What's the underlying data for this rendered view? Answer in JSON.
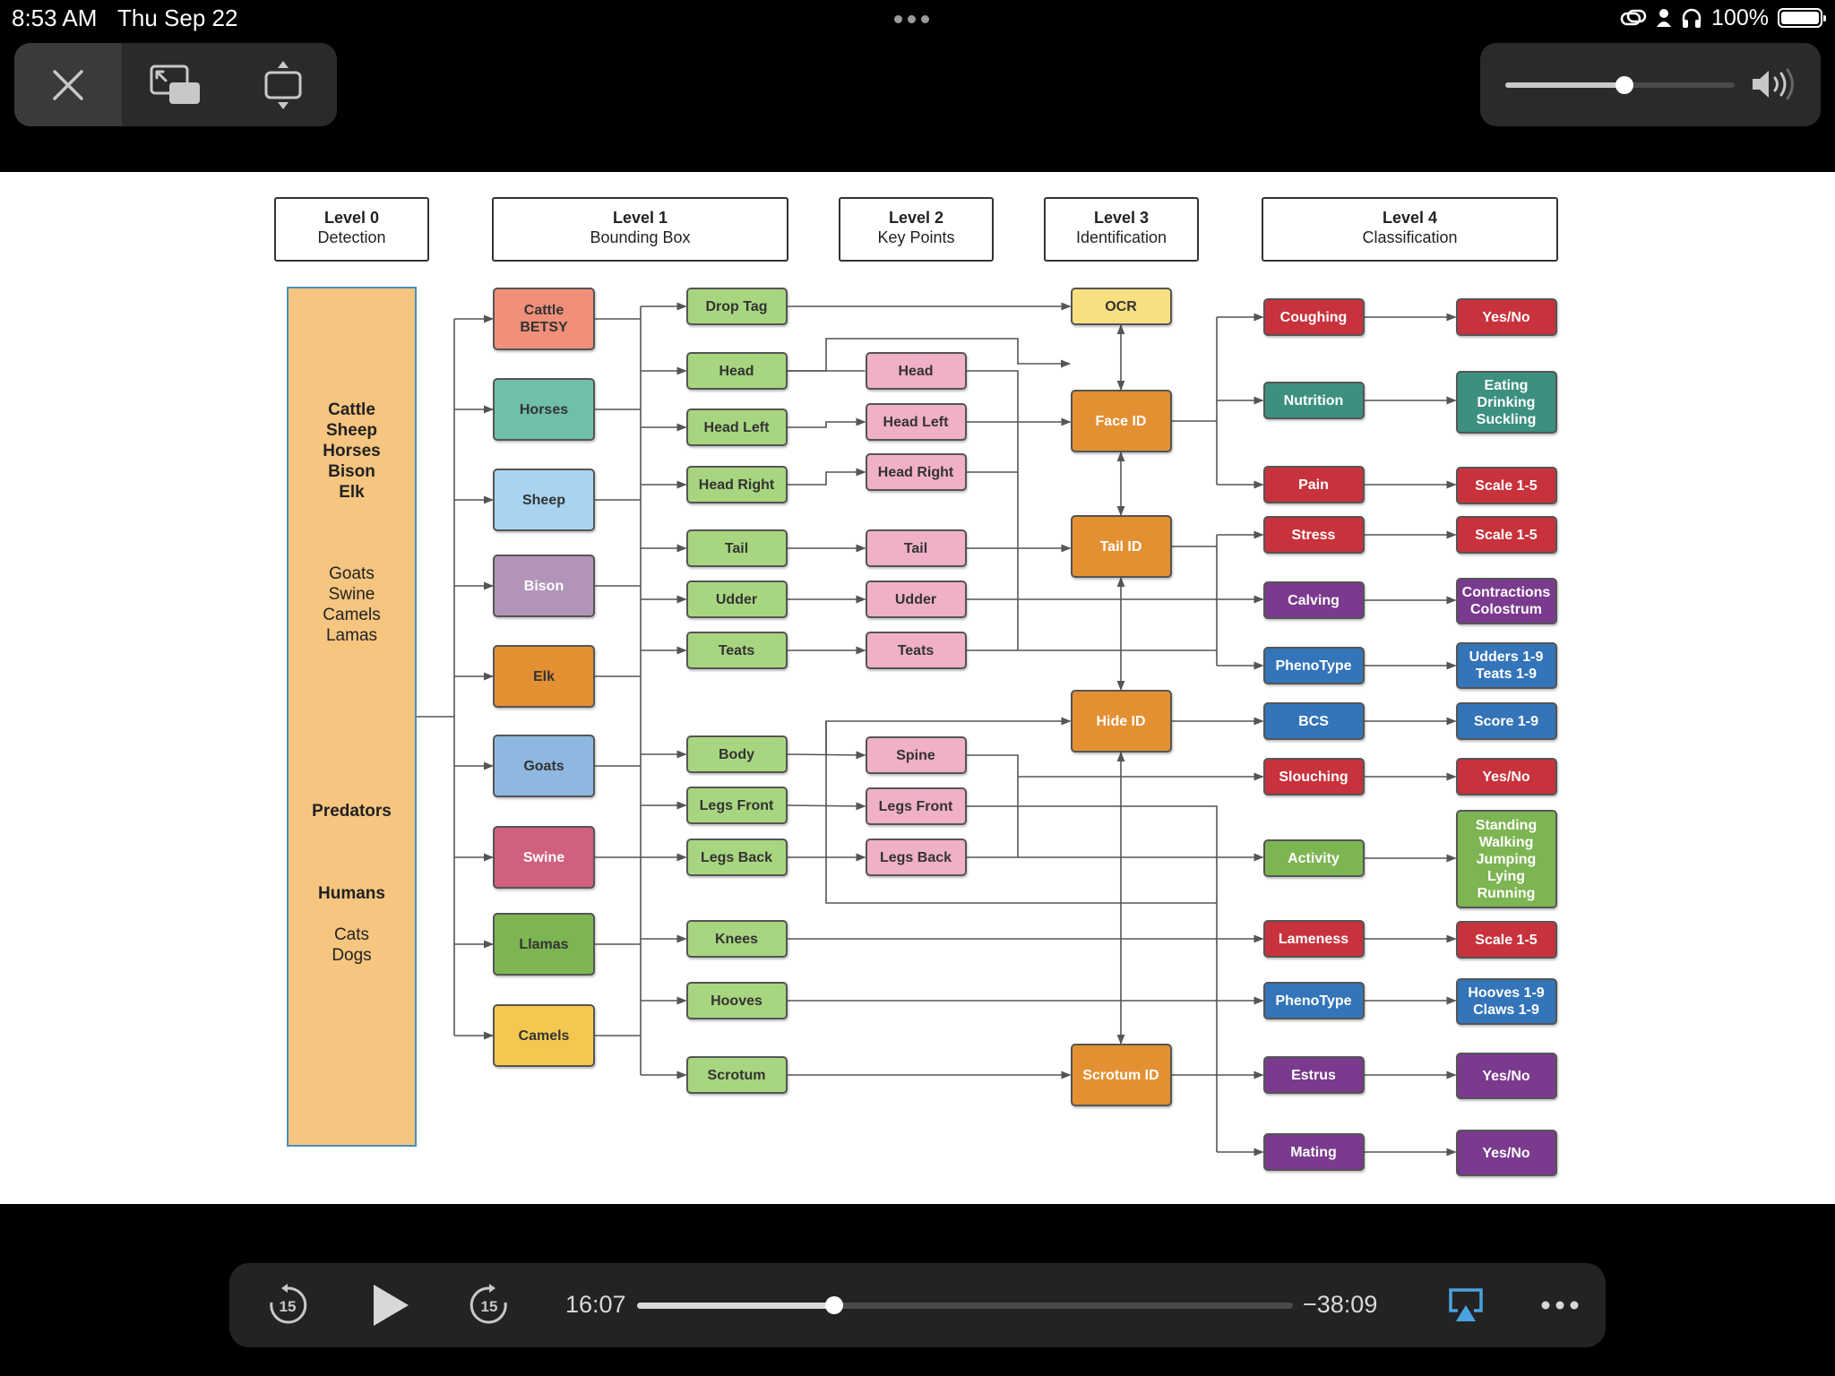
{
  "status_bar": {
    "time": "8:53 AM",
    "date": "Thu Sep 22",
    "battery_text": "100%"
  },
  "top_controls": {
    "volume_level": 0.52
  },
  "bottom_controls": {
    "elapsed": "16:07",
    "remaining": "−38:09",
    "progress": 0.3,
    "skip_back_seconds": "15",
    "skip_forward_seconds": "15"
  },
  "colors": {
    "red": "#c8323c",
    "teal": "#3c9080",
    "purple": "#7a3a8e",
    "blue": "#3474b8",
    "green": "#7cb552",
    "light_green": "#a8d680",
    "pink": "#f0b0c8",
    "orange": "#e39033",
    "yellow": "#f8e080",
    "level0_fill": "#f6c580",
    "accent": "#4aa3e0"
  },
  "diagram": {
    "headers": [
      {
        "key": "l0",
        "title": "Level 0",
        "subtitle": "Detection"
      },
      {
        "key": "l1",
        "title": "Level 1",
        "subtitle": "Bounding Box"
      },
      {
        "key": "l2",
        "title": "Level 2",
        "subtitle": "Key Points"
      },
      {
        "key": "l3",
        "title": "Level 3",
        "subtitle": "Identification"
      },
      {
        "key": "l4",
        "title": "Level 4",
        "subtitle": "Classification"
      }
    ],
    "level0": [
      [
        "Cattle",
        "Sheep",
        "Horses",
        "Bison",
        "Elk"
      ],
      [
        "Goats",
        "Swine",
        "Camels",
        "Lamas"
      ],
      [
        "Predators"
      ],
      [
        "Humans"
      ],
      [
        "Cats",
        "Dogs"
      ]
    ],
    "nodes": [
      {
        "id": "cattle",
        "label": "Cattle\nBETSY",
        "color": "#f0907a",
        "dark": true
      },
      {
        "id": "horses",
        "label": "Horses",
        "color": "#6fbfa9",
        "dark": true
      },
      {
        "id": "sheep",
        "label": "Sheep",
        "color": "#a8d4f2",
        "dark": true
      },
      {
        "id": "bison",
        "label": "Bison",
        "color": "#b294b8",
        "dark": false
      },
      {
        "id": "elk",
        "label": "Elk",
        "color": "#e39033",
        "dark": true
      },
      {
        "id": "goats",
        "label": "Goats",
        "color": "#8fb8e0",
        "dark": true
      },
      {
        "id": "swine",
        "label": "Swine",
        "color": "#d0607c",
        "dark": false
      },
      {
        "id": "llamas",
        "label": "Llamas",
        "color": "#7cb552",
        "dark": true
      },
      {
        "id": "camels",
        "label": "Camels",
        "color": "#f4c850",
        "dark": true
      },
      {
        "id": "droptag",
        "label": "Drop Tag",
        "color": "#a8d680",
        "dark": true
      },
      {
        "id": "head1",
        "label": "Head",
        "color": "#a8d680",
        "dark": true
      },
      {
        "id": "headleft1",
        "label": "Head Left",
        "color": "#a8d680",
        "dark": true
      },
      {
        "id": "headright1",
        "label": "Head Right",
        "color": "#a8d680",
        "dark": true
      },
      {
        "id": "tail1",
        "label": "Tail",
        "color": "#a8d680",
        "dark": true
      },
      {
        "id": "udder1",
        "label": "Udder",
        "color": "#a8d680",
        "dark": true
      },
      {
        "id": "teats1",
        "label": "Teats",
        "color": "#a8d680",
        "dark": true
      },
      {
        "id": "body",
        "label": "Body",
        "color": "#a8d680",
        "dark": true
      },
      {
        "id": "legsfront1",
        "label": "Legs Front",
        "color": "#a8d680",
        "dark": true
      },
      {
        "id": "legsback1",
        "label": "Legs Back",
        "color": "#a8d680",
        "dark": true
      },
      {
        "id": "knees",
        "label": "Knees",
        "color": "#a8d680",
        "dark": true
      },
      {
        "id": "hooves",
        "label": "Hooves",
        "color": "#a8d680",
        "dark": true
      },
      {
        "id": "scrotum",
        "label": "Scrotum",
        "color": "#a8d680",
        "dark": true
      },
      {
        "id": "head2",
        "label": "Head",
        "color": "#f0b0c8",
        "dark": true
      },
      {
        "id": "headleft2",
        "label": "Head Left",
        "color": "#f0b0c8",
        "dark": true
      },
      {
        "id": "headright2",
        "label": "Head Right",
        "color": "#f0b0c8",
        "dark": true
      },
      {
        "id": "tail2",
        "label": "Tail",
        "color": "#f0b0c8",
        "dark": true
      },
      {
        "id": "udder2",
        "label": "Udder",
        "color": "#f0b0c8",
        "dark": true
      },
      {
        "id": "teats2",
        "label": "Teats",
        "color": "#f0b0c8",
        "dark": true
      },
      {
        "id": "spine",
        "label": "Spine",
        "color": "#f0b0c8",
        "dark": true
      },
      {
        "id": "legsfront2",
        "label": "Legs Front",
        "color": "#f0b0c8",
        "dark": true
      },
      {
        "id": "legsback2",
        "label": "Legs Back",
        "color": "#f0b0c8",
        "dark": true
      },
      {
        "id": "ocr",
        "label": "OCR",
        "color": "#f8e080",
        "dark": true
      },
      {
        "id": "faceid",
        "label": "Face ID",
        "color": "#e39033",
        "dark": false
      },
      {
        "id": "tailid",
        "label": "Tail ID",
        "color": "#e39033",
        "dark": false
      },
      {
        "id": "hideid",
        "label": "Hide ID",
        "color": "#e39033",
        "dark": false
      },
      {
        "id": "scrotumid",
        "label": "Scrotum ID",
        "color": "#e39033",
        "dark": false
      },
      {
        "id": "coughing",
        "label": "Coughing",
        "color": "#c8323c",
        "dark": false
      },
      {
        "id": "nutrition",
        "label": "Nutrition",
        "color": "#3c9080",
        "dark": false
      },
      {
        "id": "pain",
        "label": "Pain",
        "color": "#c8323c",
        "dark": false
      },
      {
        "id": "stress",
        "label": "Stress",
        "color": "#c8323c",
        "dark": false
      },
      {
        "id": "calving",
        "label": "Calving",
        "color": "#7a3a8e",
        "dark": false
      },
      {
        "id": "phenotype1",
        "label": "PhenoType",
        "color": "#3474b8",
        "dark": false
      },
      {
        "id": "bcs",
        "label": "BCS",
        "color": "#3474b8",
        "dark": false
      },
      {
        "id": "slouching",
        "label": "Slouching",
        "color": "#c8323c",
        "dark": false
      },
      {
        "id": "activity",
        "label": "Activity",
        "color": "#7cb552",
        "dark": false
      },
      {
        "id": "lameness",
        "label": "Lameness",
        "color": "#c8323c",
        "dark": false
      },
      {
        "id": "phenotype2",
        "label": "PhenoType",
        "color": "#3474b8",
        "dark": false
      },
      {
        "id": "estrus",
        "label": "Estrus",
        "color": "#7a3a8e",
        "dark": false
      },
      {
        "id": "mating",
        "label": "Mating",
        "color": "#7a3a8e",
        "dark": false
      },
      {
        "id": "r_coughing",
        "label": "Yes/No",
        "color": "#c8323c",
        "dark": false
      },
      {
        "id": "r_nutrition",
        "label": "Eating\nDrinking\nSuckling",
        "color": "#3c9080",
        "dark": false
      },
      {
        "id": "r_pain",
        "label": "Scale 1-5",
        "color": "#c8323c",
        "dark": false
      },
      {
        "id": "r_stress",
        "label": "Scale 1-5",
        "color": "#c8323c",
        "dark": false
      },
      {
        "id": "r_calving",
        "label": "Contractions\nColostrum",
        "color": "#7a3a8e",
        "dark": false
      },
      {
        "id": "r_phenotype1",
        "label": "Udders 1-9\nTeats 1-9",
        "color": "#3474b8",
        "dark": false
      },
      {
        "id": "r_bcs",
        "label": "Score 1-9",
        "color": "#3474b8",
        "dark": false
      },
      {
        "id": "r_slouching",
        "label": "Yes/No",
        "color": "#c8323c",
        "dark": false
      },
      {
        "id": "r_activity",
        "label": "Standing\nWalking\nJumping\nLying\nRunning",
        "color": "#7cb552",
        "dark": false
      },
      {
        "id": "r_lameness",
        "label": "Scale 1-5",
        "color": "#c8323c",
        "dark": false
      },
      {
        "id": "r_phenotype2",
        "label": "Hooves 1-9\nClaws 1-9",
        "color": "#3474b8",
        "dark": false
      },
      {
        "id": "r_estrus",
        "label": "Yes/No",
        "color": "#7a3a8e",
        "dark": false
      },
      {
        "id": "r_mating",
        "label": "Yes/No",
        "color": "#7a3a8e",
        "dark": false
      }
    ]
  }
}
